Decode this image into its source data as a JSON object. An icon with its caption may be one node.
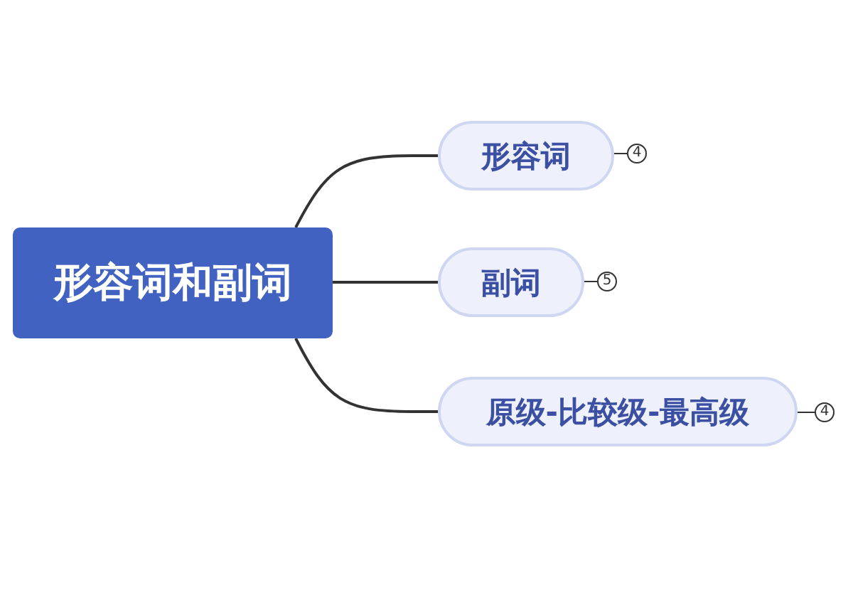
{
  "diagram": {
    "nodes": [
      {
        "text": [
          "形容词和副词"
        ]
      },
      {
        "text": [
          "形容词"
        ]
      },
      {
        "text": [
          "4"
        ]
      },
      {
        "text": [
          "副词"
        ]
      },
      {
        "text": [
          "5"
        ]
      },
      {
        "text": [
          "原级-比较级-最高级"
        ]
      },
      {
        "text": [
          "4"
        ]
      }
    ],
    "edges": [
      {
        "from": 0,
        "to": 1,
        "arrow": "none"
      },
      {
        "from": 0,
        "to": 3,
        "arrow": "none"
      },
      {
        "from": 0,
        "to": 5,
        "arrow": "none"
      },
      {
        "from": 1,
        "to": 2,
        "arrow": "none"
      },
      {
        "from": 3,
        "to": 4,
        "arrow": "none"
      },
      {
        "from": 5,
        "to": 6,
        "arrow": "none"
      }
    ]
  }
}
